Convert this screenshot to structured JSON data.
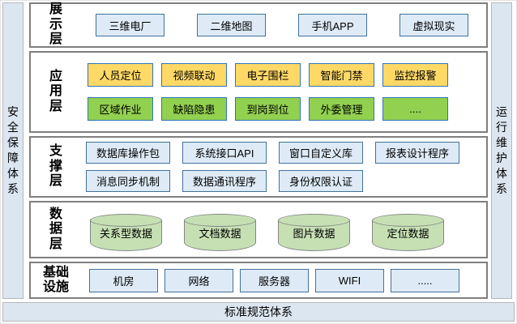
{
  "frame": {
    "left_pillar": "安全保障体系",
    "right_pillar": "运行维护体系",
    "bottom_bar": "标准规范体系"
  },
  "colors": {
    "pillar_fill": "#dce6f1",
    "panel_border": "#7f7f7f",
    "blue_box_fill": "#deebf7",
    "blue_box_border": "#41719c",
    "yellow_box_fill": "#ffd966",
    "green_box_fill": "#92d050",
    "accent_border": "#2e75b6",
    "cylinder_fill": "#c6e0b4"
  },
  "layers": [
    {
      "id": "display",
      "label": "展示层",
      "rows": [
        {
          "style": "blue",
          "items": [
            "三维电厂",
            "二维地图",
            "手机APP",
            "虚拟现实"
          ]
        }
      ]
    },
    {
      "id": "application",
      "label": "应用层",
      "rows": [
        {
          "style": "yellow",
          "items": [
            "人员定位",
            "视频联动",
            "电子围栏",
            "智能门禁",
            "监控报警"
          ]
        },
        {
          "style": "green",
          "items": [
            "区域作业",
            "缺陷隐患",
            "到岗到位",
            "外委管理",
            "...."
          ]
        }
      ]
    },
    {
      "id": "support",
      "label": "支撑层",
      "rows": [
        {
          "style": "blue",
          "items": [
            "数据库操作包",
            "系统接口API",
            "窗口自定义库",
            "报表设计程序"
          ]
        },
        {
          "style": "blue",
          "items": [
            "消息同步机制",
            "数据通讯程序",
            "身份权限认证"
          ]
        }
      ]
    },
    {
      "id": "data",
      "label": "数据层",
      "rows": [
        {
          "style": "cylinder",
          "items": [
            "关系型数据",
            "文档数据",
            "图片数据",
            "定位数据"
          ]
        }
      ]
    },
    {
      "id": "infrastructure",
      "label": "基础设施",
      "rows": [
        {
          "style": "blue",
          "items": [
            "机房",
            "网络",
            "服务器",
            "WIFI",
            "....."
          ]
        }
      ]
    }
  ]
}
